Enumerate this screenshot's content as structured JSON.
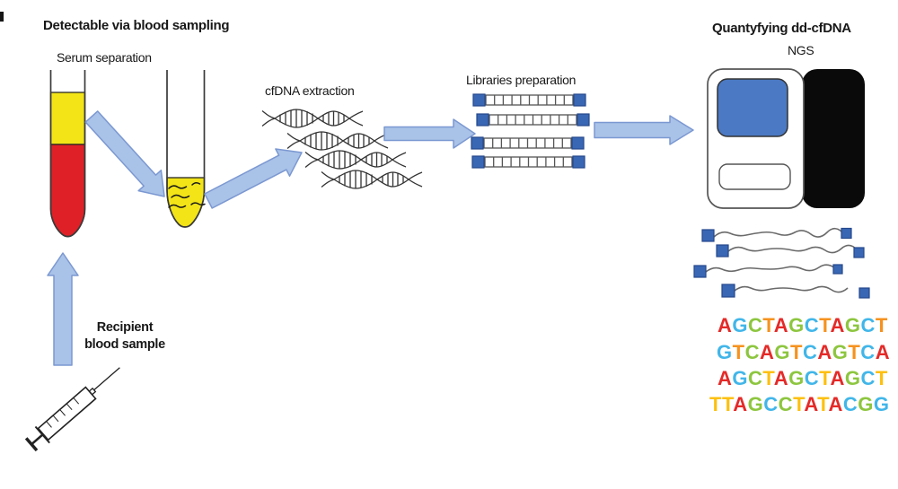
{
  "header": {
    "left_title": "Detectable via blood sampling",
    "right_title": "Quantyfying dd-cfDNA"
  },
  "labels": {
    "serum_separation": "Serum separation",
    "cfdna_extraction": "cfDNA extraction",
    "libraries_preparation": "Libraries preparation",
    "ngs": "NGS",
    "recipient_blood_sample": "Recipient\nblood sample"
  },
  "icons": {
    "blood_tube": "blood-collection-tube-icon",
    "serum_tube": "serum-tube-icon",
    "dna_helix": "dna-helix-icon",
    "library_strip": "library-strip-icon",
    "sequencer": "ngs-sequencer-icon",
    "adapter_fragment": "adapter-fragment-icon",
    "syringe": "syringe-icon",
    "arrow": "flow-arrow-icon"
  },
  "colors": {
    "arrow_fill": "#a9c2e7",
    "arrow_stroke": "#7b98d2",
    "serum_yellow": "#f2e417",
    "blood_red": "#df2127",
    "adapter_blue": "#3a67b4",
    "screen_blue": "#4b79c3",
    "cartridge_black": "#0a0a0a",
    "outline_gray": "#3a3a3a"
  },
  "sequences": {
    "palette": {
      "red": "#e42a28",
      "blue": "#41b6e9",
      "green": "#8dc63f",
      "orange": "#f6921e",
      "yellow": "#fdc00f"
    },
    "rows": [
      {
        "text": "AGCTAGCTAGCT",
        "colors": [
          "red",
          "blue",
          "green",
          "orange",
          "red",
          "green",
          "blue",
          "orange",
          "red",
          "green",
          "blue",
          "orange"
        ]
      },
      {
        "text": "GTCAGTCAGTCA",
        "colors": [
          "blue",
          "orange",
          "green",
          "red",
          "green",
          "orange",
          "blue",
          "red",
          "green",
          "orange",
          "blue",
          "red"
        ]
      },
      {
        "text": "AGCTAGCTAGCT",
        "colors": [
          "red",
          "blue",
          "green",
          "yellow",
          "red",
          "green",
          "blue",
          "yellow",
          "red",
          "green",
          "blue",
          "yellow"
        ]
      },
      {
        "text": "TTAGCCTATACGG",
        "colors": [
          "yellow",
          "yellow",
          "red",
          "green",
          "blue",
          "green",
          "yellow",
          "red",
          "yellow",
          "red",
          "blue",
          "green",
          "blue"
        ]
      }
    ]
  }
}
